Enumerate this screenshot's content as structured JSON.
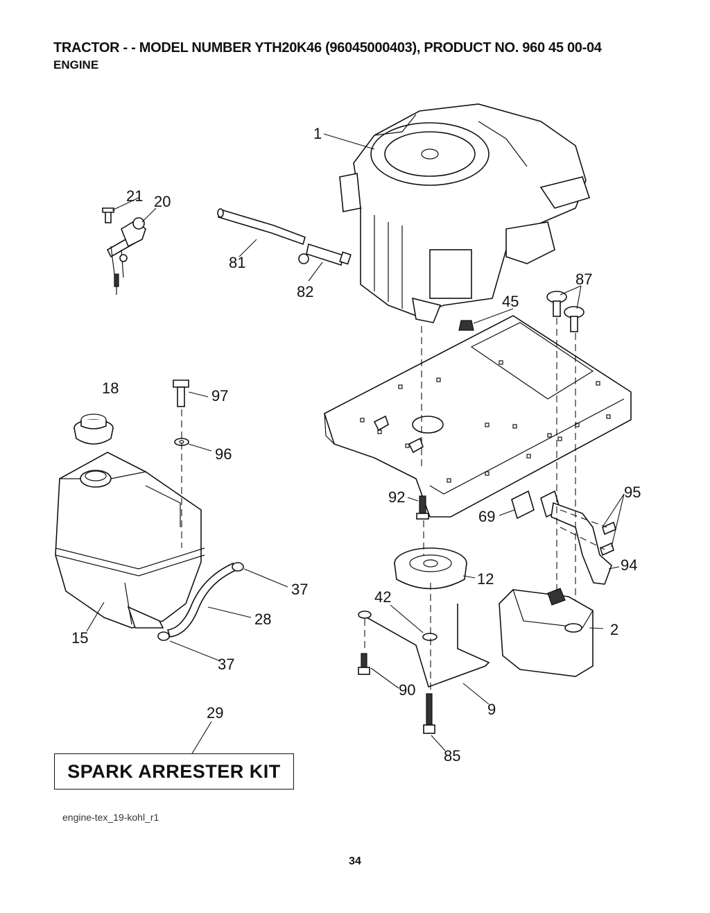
{
  "header": {
    "title": "TRACTOR - - MODEL NUMBER YTH20K46 (96045000403), PRODUCT NO. 960 45 00-04",
    "subtitle": "ENGINE"
  },
  "callouts": {
    "c1": "1",
    "c21": "21",
    "c20": "20",
    "c81": "81",
    "c82": "82",
    "c87": "87",
    "c45": "45",
    "c18": "18",
    "c97": "97",
    "c96": "96",
    "c92": "92",
    "c95": "95",
    "c69": "69",
    "c94": "94",
    "c12": "12",
    "c42": "42",
    "c37a": "37",
    "c28": "28",
    "c15": "15",
    "c37b": "37",
    "c2": "2",
    "c90": "90",
    "c9": "9",
    "c29": "29",
    "c85": "85"
  },
  "kit_label": "SPARK ARRESTER KIT",
  "footer": {
    "code": "engine-tex_19-kohl_r1",
    "page_number": "34"
  }
}
